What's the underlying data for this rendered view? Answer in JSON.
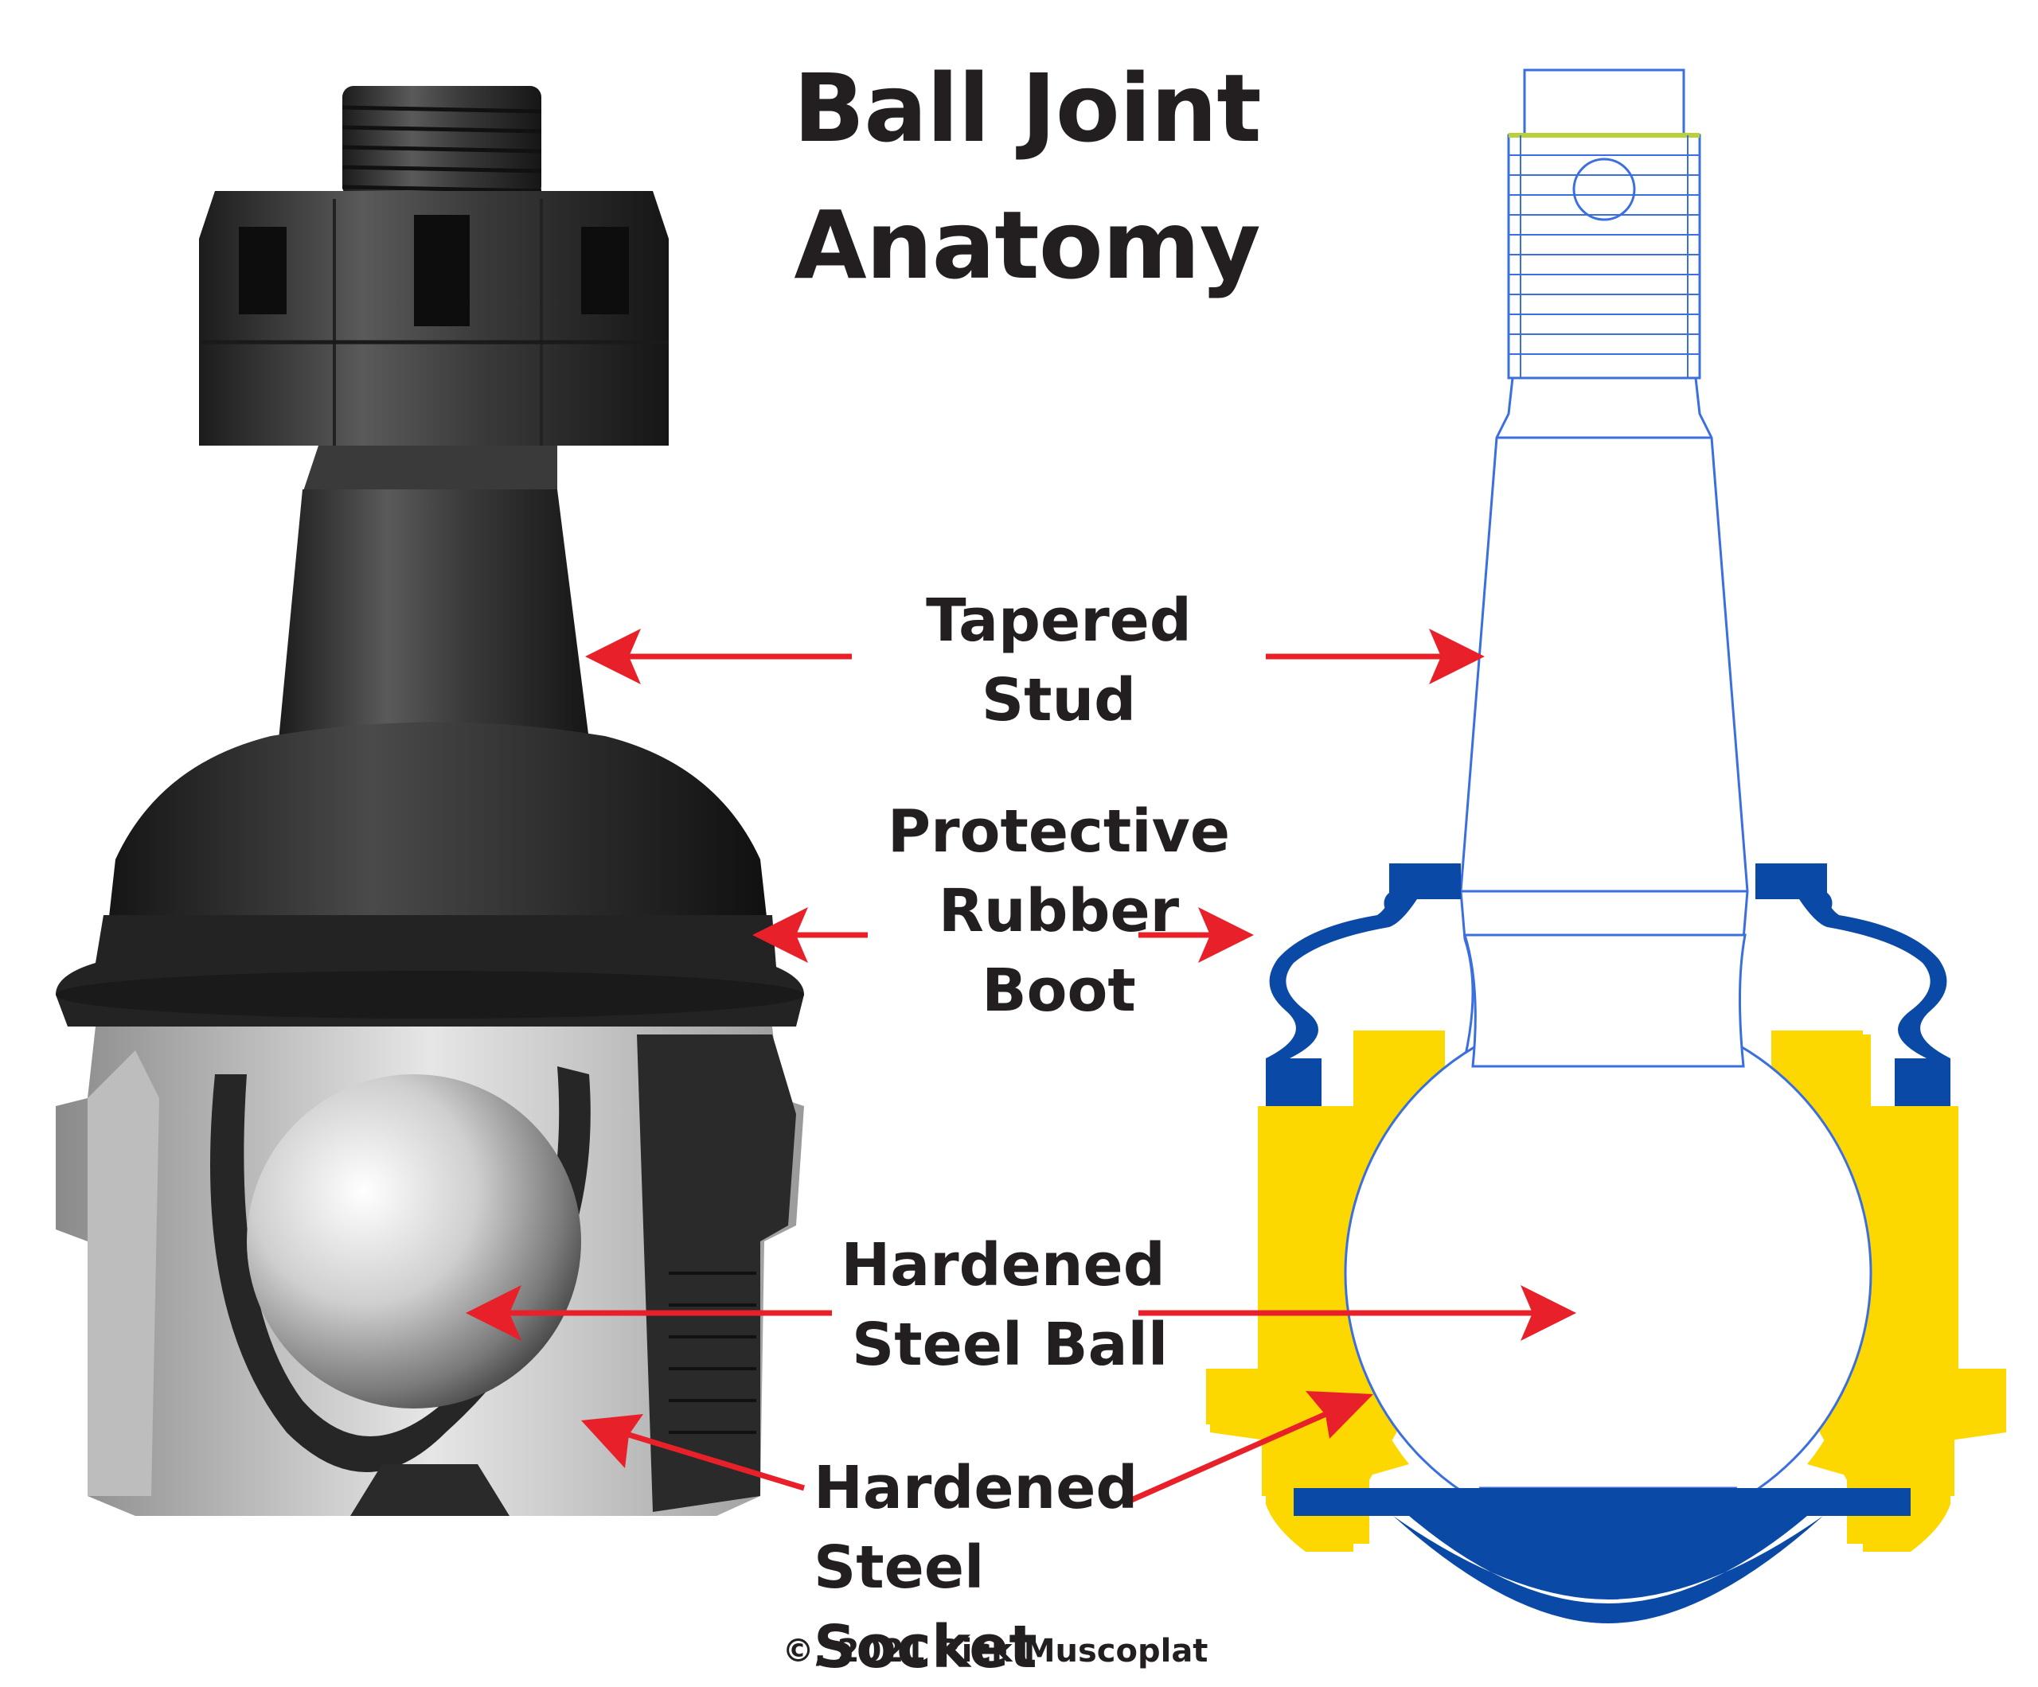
{
  "title": {
    "line1": "Ball Joint",
    "line2": "Anatomy"
  },
  "labels": {
    "tapered_stud": {
      "line1": "Tapered",
      "line2": "Stud"
    },
    "rubber_boot": {
      "line1": "Protective",
      "line2": "Rubber",
      "line3": "Boot"
    },
    "steel_ball": {
      "line1": "Hardened",
      "line2": "Steel Ball"
    },
    "steel_socket": {
      "line1": "Hardened",
      "line2": "Steel Socket"
    }
  },
  "copyright": "©, 2021 Rick Muscoplat",
  "colors": {
    "arrow": "#e8202a",
    "housing_yellow": "#fcd800",
    "boot_blue": "#0a4aa6",
    "outline_blue": "#3b6fe0",
    "photo_dark": "#2e2e2e",
    "text": "#231f20"
  }
}
